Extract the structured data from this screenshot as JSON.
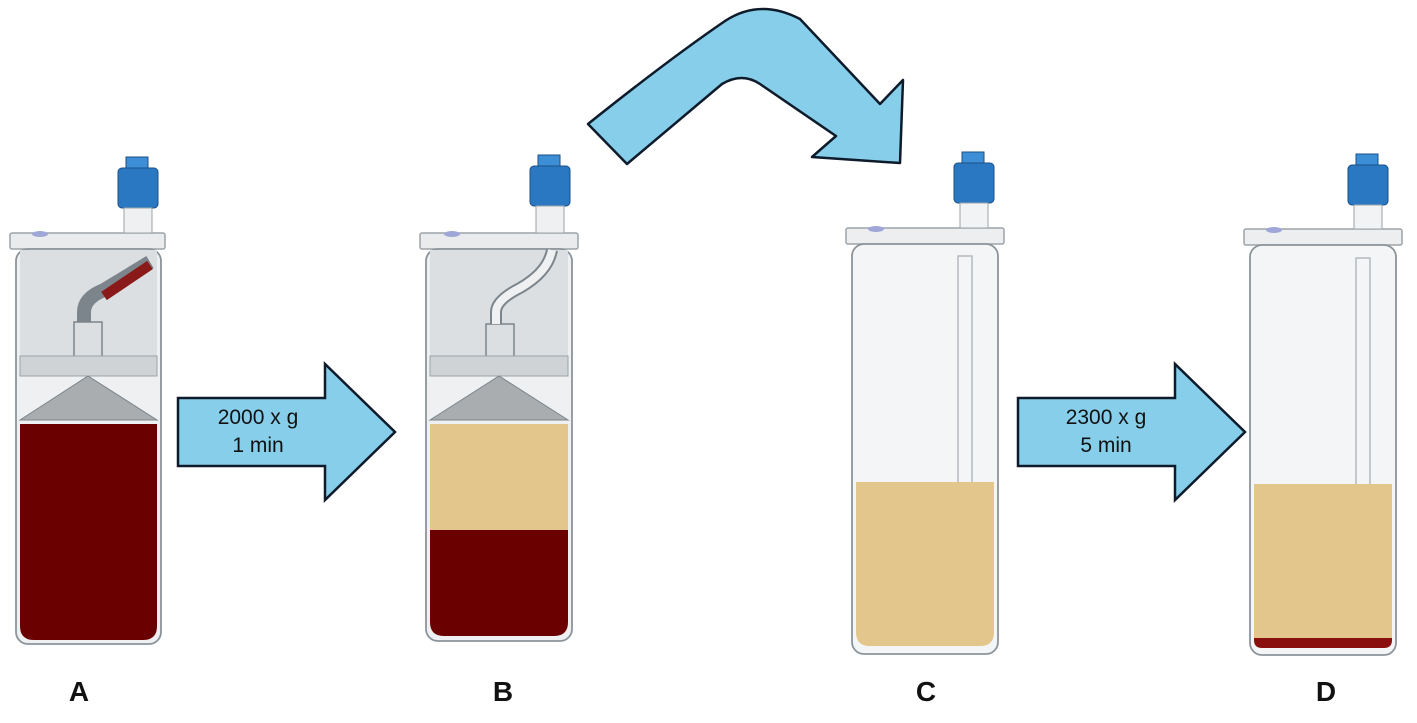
{
  "colors": {
    "arrow_fill": "#87CEEB",
    "arrow_stroke": "#0d1b2a",
    "blood": "#6b0000",
    "plasma": "#e3c68c",
    "cap_blue": "#2a78c2",
    "housing": "#d7dadd"
  },
  "panels": [
    {
      "label": "A",
      "stage": "whole blood, before first spin"
    },
    {
      "label": "B",
      "stage": "separated: plasma above red cells"
    },
    {
      "label": "C",
      "stage": "plasma transferred to second container"
    },
    {
      "label": "D",
      "stage": "after second spin, thin red layer at bottom"
    }
  ],
  "spins": [
    {
      "force": "2000 x g",
      "time": "1 min"
    },
    {
      "force": "2300 x g",
      "time": "5 min"
    }
  ],
  "transfer_arrow_icon": "curved-arrow-icon"
}
